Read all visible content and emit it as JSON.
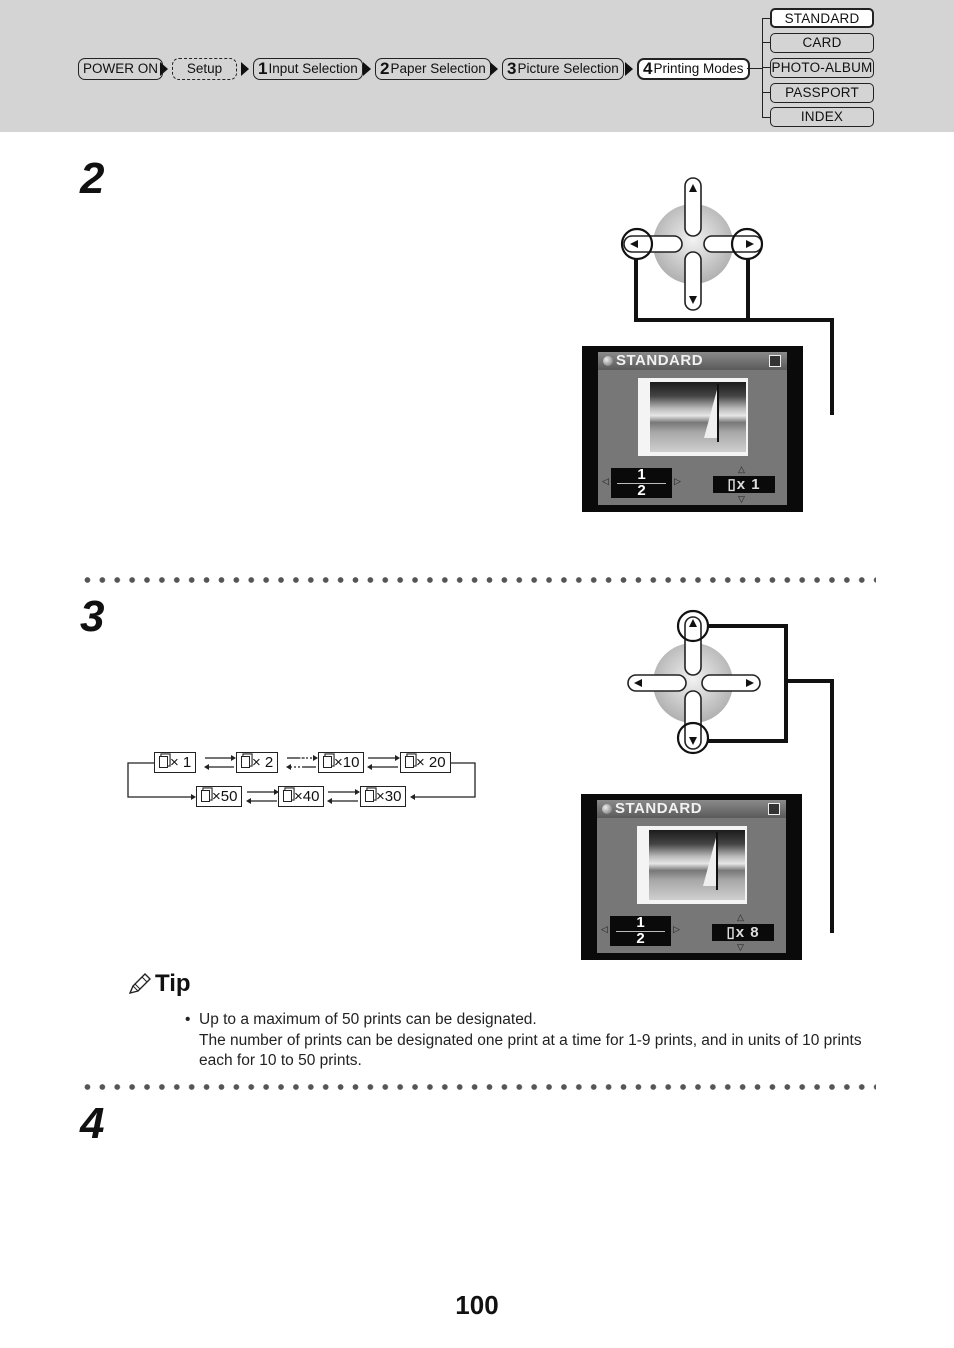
{
  "breadcrumb": {
    "power_on": "POWER ON",
    "setup": "Setup",
    "steps": [
      {
        "num": "1",
        "label": "Input Selection"
      },
      {
        "num": "2",
        "label": "Paper Selection"
      },
      {
        "num": "3",
        "label": "Picture Selection"
      },
      {
        "num": "4",
        "label": "Printing Modes"
      }
    ]
  },
  "modes": [
    "STANDARD",
    "CARD",
    "PHOTO-ALBUM",
    "PASSPORT",
    "INDEX"
  ],
  "active_mode": "STANDARD",
  "steps": {
    "s2": "2",
    "s3": "3",
    "s4": "4"
  },
  "screen1": {
    "title": "STANDARD",
    "page_top": "1",
    "page_bottom": "2",
    "copies": "x 1"
  },
  "screen2": {
    "title": "STANDARD",
    "page_top": "1",
    "page_bottom": "2",
    "copies": "x 8"
  },
  "flow": {
    "top_row": [
      "× 1",
      "× 2",
      "×10",
      "× 20"
    ],
    "bottom_row": [
      "×50",
      "×40",
      "×30"
    ]
  },
  "tip": {
    "title": "Tip",
    "bullet": "•",
    "line1": "Up to a maximum of 50 prints can be designated.",
    "line2": "The number of prints can be designated one print at a time for 1-9 prints, and in units of 10 prints each for 10 to 50 prints."
  },
  "page_number": "100",
  "colors": {
    "header_bg": "#d4d4d4",
    "screen_bg": "#0a0a0a",
    "ink": "#111111"
  }
}
